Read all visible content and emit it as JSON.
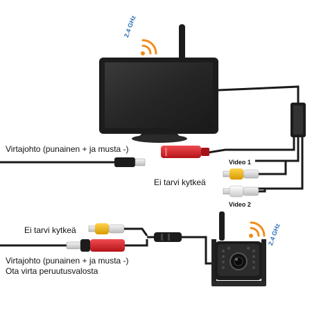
{
  "labels": {
    "power_top": "Virtajohto (punainen + ja musta -)",
    "no_connect_top": "Ei tarvi kytkeä",
    "video1": "Video 1",
    "video2": "Video 2",
    "no_connect_bottom": "Ei tarvi kytkeä",
    "power_bottom_line1": "Virtajohto (punainen + ja musta -)",
    "power_bottom_line2": "Ota virta peruutusvalosta",
    "freq_monitor": "2.4 GHz",
    "freq_camera": "2.4 GHz"
  },
  "colors": {
    "cable": "#1a1a1a",
    "plug_red": "#d8232a",
    "plug_yellow": "#f2b705",
    "plug_white": "#e8e8e8",
    "signal_orange": "#f28c1a",
    "freq_blue": "#2a6fb5",
    "device_body": "#1c1c1c",
    "screen": "#2b2b2b"
  },
  "icons": [
    "wifi-signal-icon",
    "wifi-signal-icon"
  ]
}
